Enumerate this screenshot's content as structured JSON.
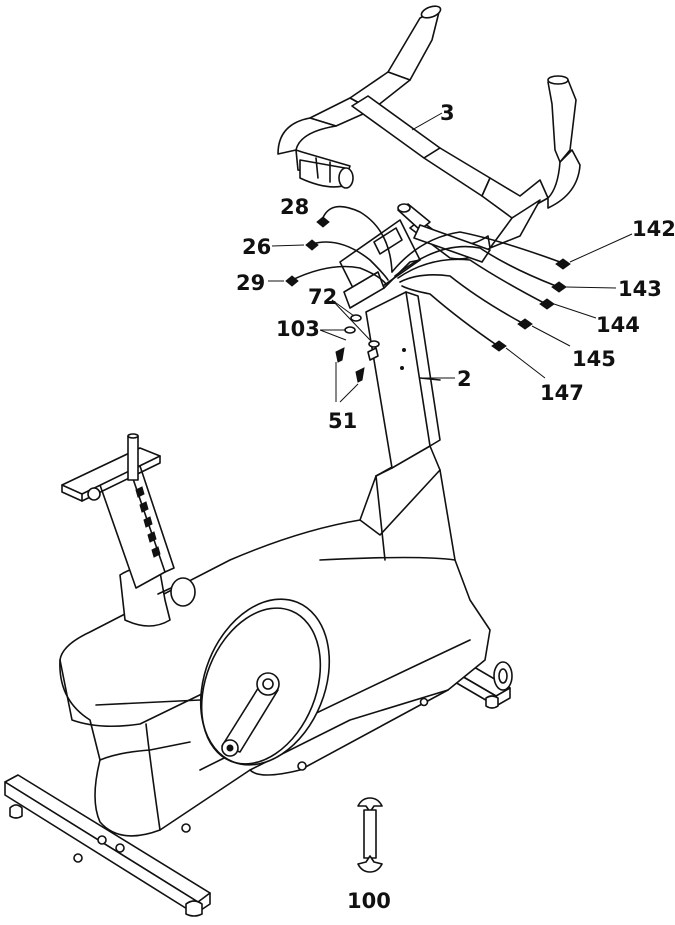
{
  "labels": {
    "handlebar": "3",
    "mast": "2",
    "part28": "28",
    "part26": "26",
    "part29": "29",
    "part72": "72",
    "part103": "103",
    "part51": "51",
    "part142": "142",
    "part143": "143",
    "part144": "144",
    "part145": "145",
    "part147": "147",
    "wrench": "100"
  }
}
